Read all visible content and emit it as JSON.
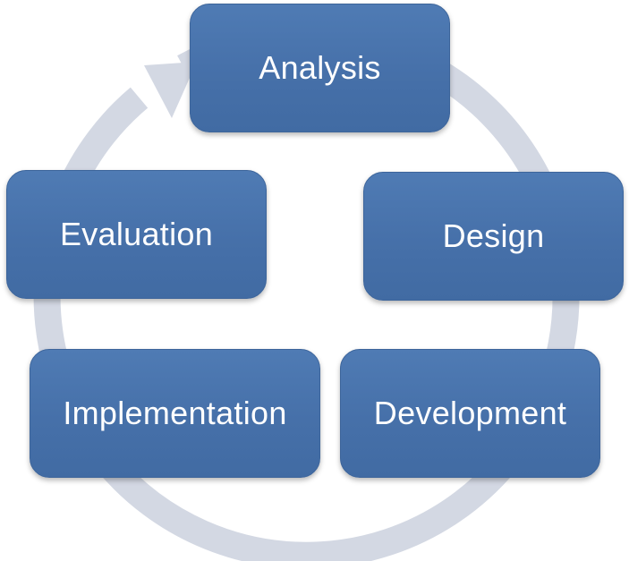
{
  "diagram": {
    "type": "cycle",
    "colors": {
      "box_fill": "#4670a9",
      "box_text": "#ffffff",
      "ring": "#d3d8e3"
    },
    "stages": [
      {
        "id": "analysis",
        "label": "Analysis"
      },
      {
        "id": "design",
        "label": "Design"
      },
      {
        "id": "development",
        "label": "Development"
      },
      {
        "id": "implementation",
        "label": "Implementation"
      },
      {
        "id": "evaluation",
        "label": "Evaluation"
      }
    ],
    "flow": "clockwise"
  }
}
